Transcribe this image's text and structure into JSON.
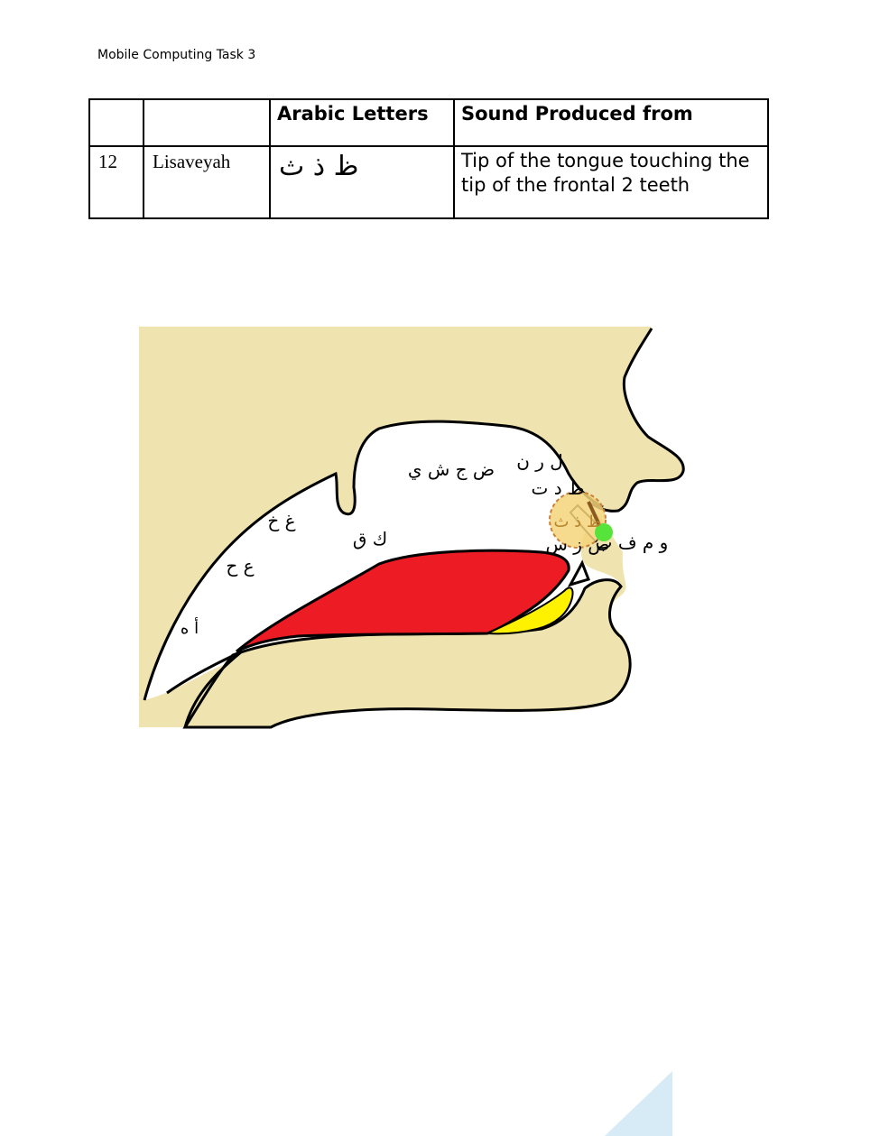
{
  "header": {
    "title": "Mobile Computing Task 3"
  },
  "table": {
    "headers": [
      "",
      "",
      "Arabic Letters",
      "Sound Produced from"
    ],
    "row": {
      "number": "12",
      "name": "Lisaveyah",
      "letters": "ظ ذ ث",
      "description": "Tip of the tongue touching the tip of the frontal 2 teeth"
    }
  },
  "diagram": {
    "labels": {
      "palate": "ض ج ش ي",
      "lam_ra_nun": "ل ر ن",
      "ta_dal": "ط د ت",
      "highlight": "ظ ذ ث",
      "sad_zay_sin": "ص ز س",
      "lips": "و م ف ب",
      "qaf_kaf": "ك ق",
      "ghayn_kha": "غ خ",
      "ayn_ha": "ع ح",
      "hamza_ha": "أ ه"
    },
    "colors": {
      "skin": "#efe4b0",
      "tongue": "#ed1c24",
      "tongue_tip": "#fff200",
      "highlight_fill": "#f5d37a",
      "marker": "#56e33a",
      "arrow": "#8b5a1e",
      "corner": "#d6ebf5"
    }
  }
}
